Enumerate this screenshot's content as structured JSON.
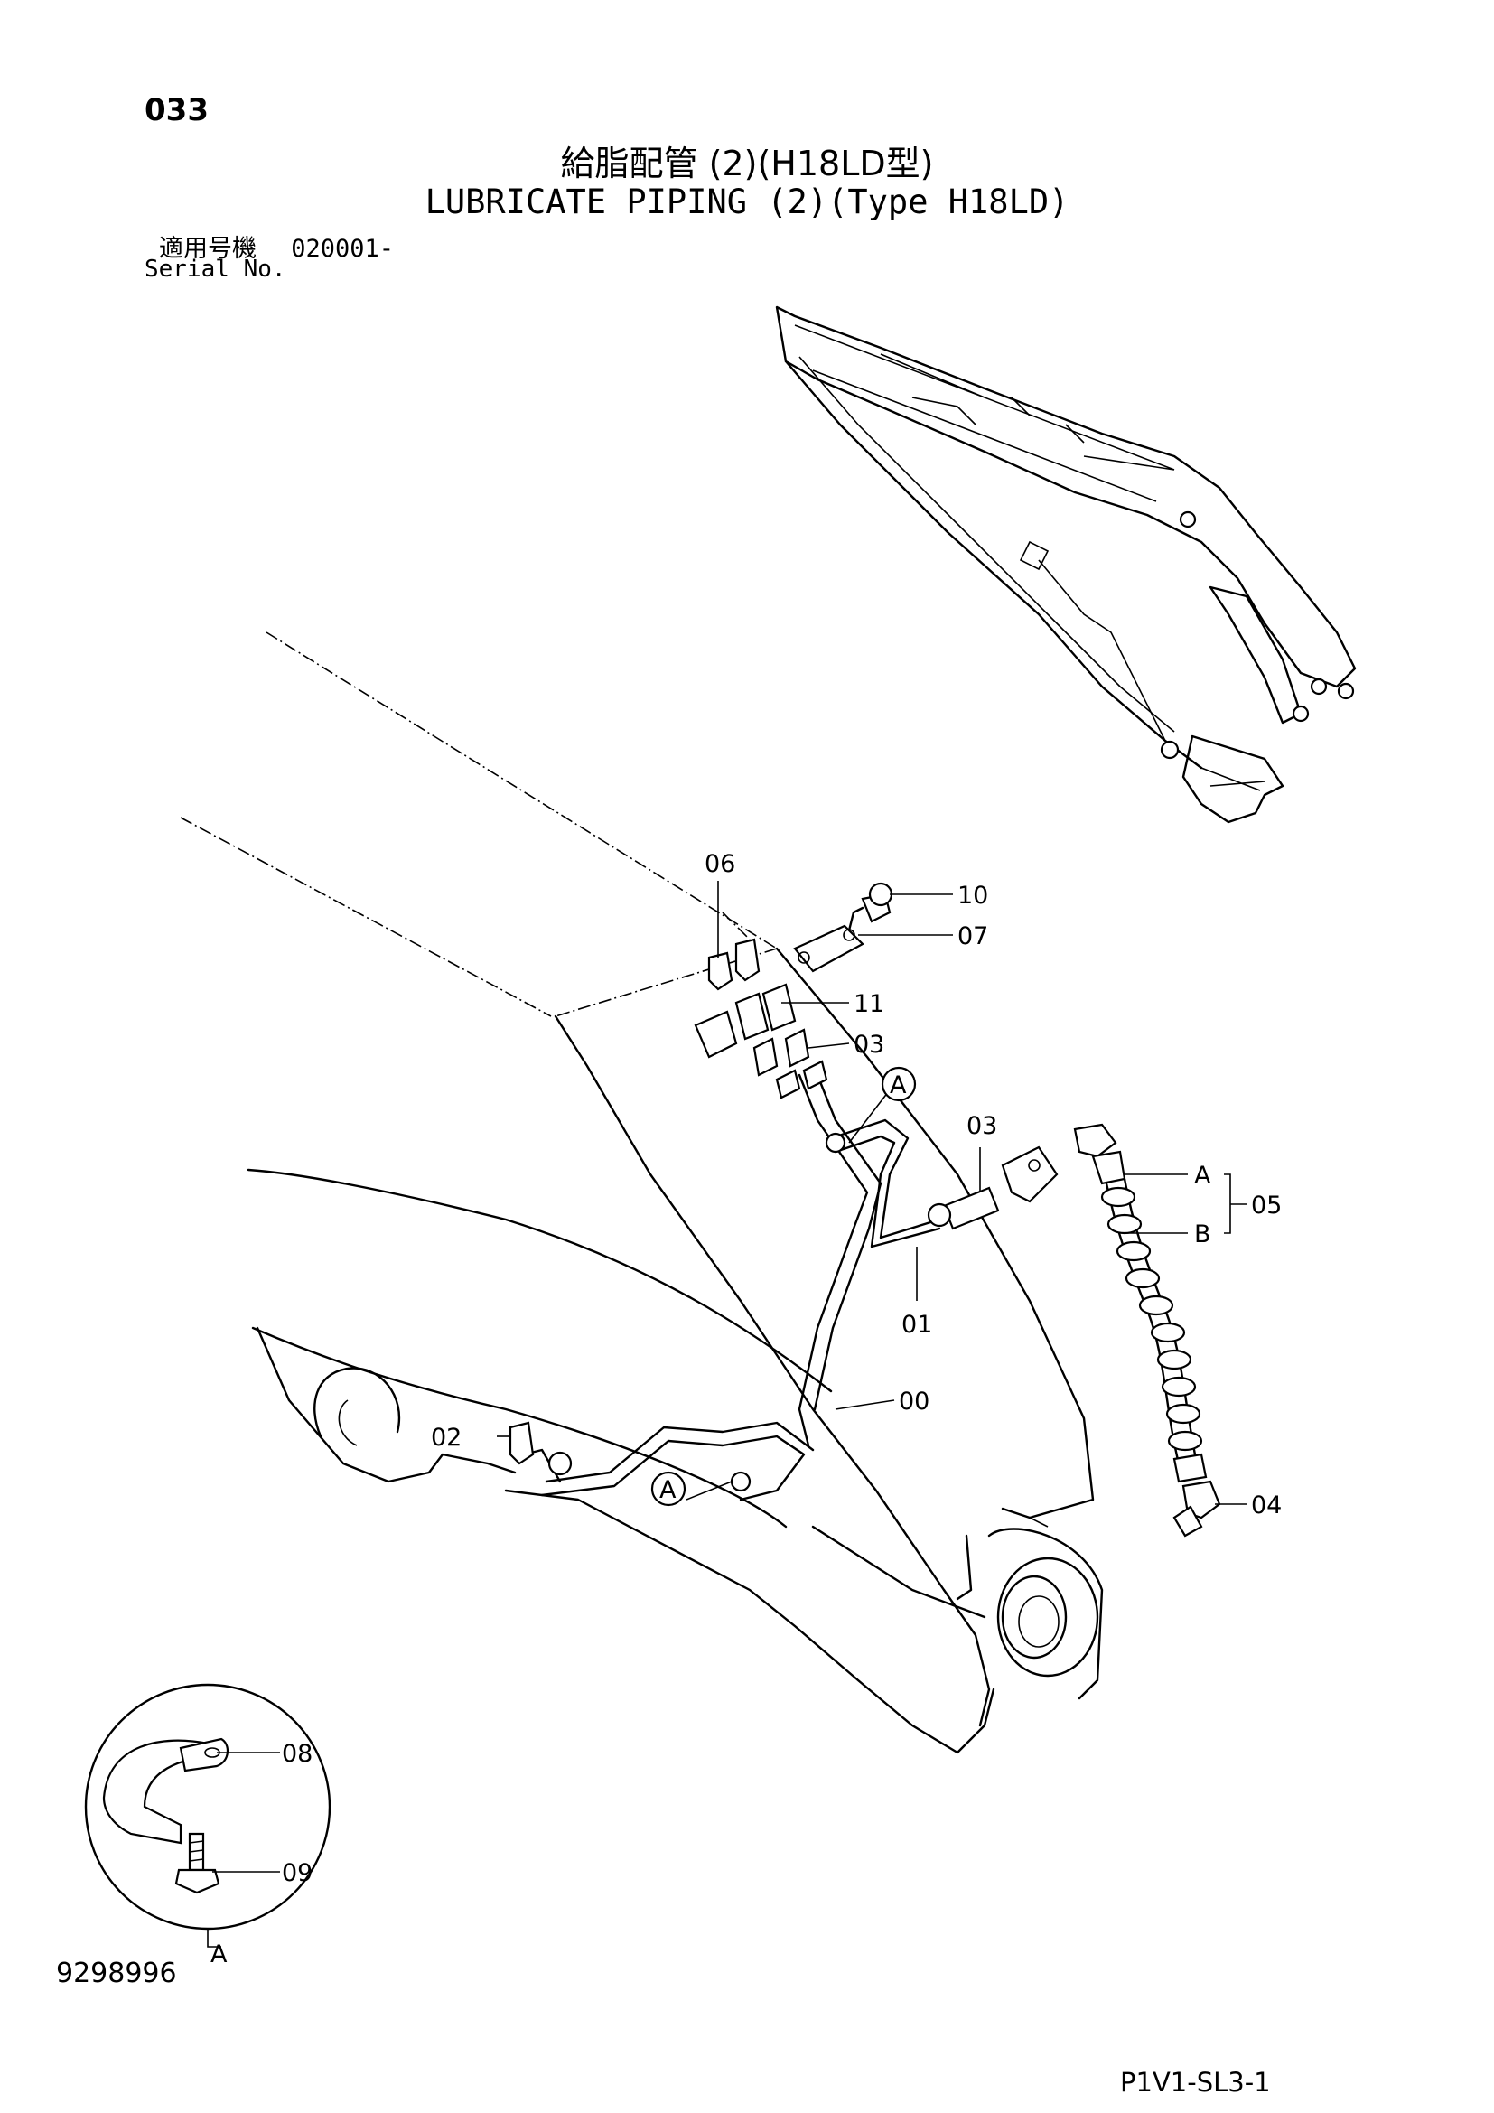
{
  "header": {
    "page_number": "033",
    "title_jp": "給脂配管 (2)(H18LD型)",
    "title_en": "LUBRICATE PIPING (2)(Type H18LD)",
    "serial_label_jp": "適用号機",
    "serial_value": "020001-",
    "serial_label_en": "Serial No."
  },
  "callouts": {
    "c00": "00",
    "c01": "01",
    "c02": "02",
    "c03a": "03",
    "c03b": "03",
    "c04": "04",
    "c05": "05",
    "c06": "06",
    "c07": "07",
    "c08": "08",
    "c09": "09",
    "c10": "10",
    "c11": "11"
  },
  "hose_ends": {
    "a": "A",
    "b": "B"
  },
  "detail_ref": "A",
  "detail_view_label": "A",
  "footer": {
    "drawing_number": "9298996",
    "sheet_code": "P1V1-SL3-1"
  }
}
